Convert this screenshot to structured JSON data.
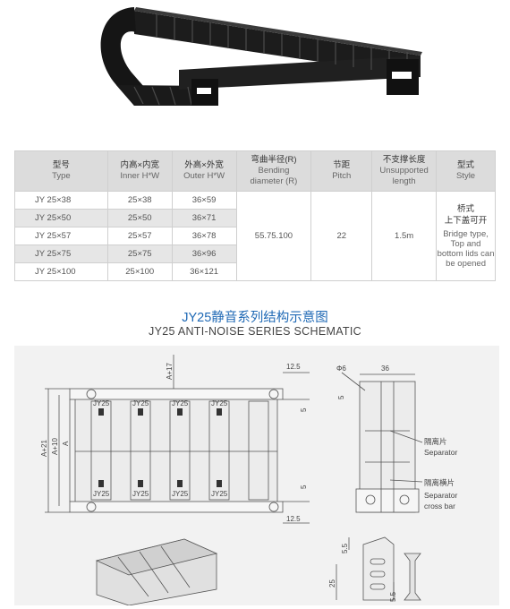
{
  "table": {
    "headers": [
      {
        "zh": "型号",
        "en": "Type"
      },
      {
        "zh": "内高×内宽",
        "en": "Inner H*W"
      },
      {
        "zh": "外高×外宽",
        "en": "Outer H*W"
      },
      {
        "zh": "弯曲半径(R)",
        "en1": "Bending",
        "en2": "diameter (R)"
      },
      {
        "zh": "节距",
        "en": "Pitch"
      },
      {
        "zh": "不支撑长度",
        "en1": "Unsupported",
        "en2": "length"
      },
      {
        "zh": "型式",
        "en": "Style"
      }
    ],
    "rows": [
      {
        "type": "JY  25×38",
        "inner": "25×38",
        "outer": "36×59"
      },
      {
        "type": "JY  25×50",
        "inner": "25×50",
        "outer": "36×71"
      },
      {
        "type": "JY  25×57",
        "inner": "25×57",
        "outer": "36×78"
      },
      {
        "type": "JY  25×75",
        "inner": "25×75",
        "outer": "36×96"
      },
      {
        "type": "JY  25×100",
        "inner": "25×100",
        "outer": "36×121"
      }
    ],
    "bending": "55.75.100",
    "pitch": "22",
    "unsupported": "1.5m",
    "style_zh1": "桥式",
    "style_zh2": "上下盖可开",
    "style_en": "Bridge type, Top and bottom lids can be opened"
  },
  "title_zh": "JY25静音系列结构示意图",
  "title_en": "JY25 ANTI-NOISE SERIES SCHEMATIC",
  "schematic": {
    "dims": {
      "a17": "A+17",
      "r12_top": "12.5",
      "r12_bottom": "12.5",
      "five_top": "5",
      "five_bottom": "5",
      "a21": "A+21",
      "a10": "A+10",
      "a": "A",
      "phi6": "Φ6",
      "w36": "36",
      "five_side": "5",
      "d55a": "5.5",
      "d55b": "5.5",
      "d25": "25"
    },
    "labels": {
      "sep_zh": "隔离片",
      "sep_en": "Separator",
      "crossbar_zh": "隔离横片",
      "crossbar_en1": "Separator",
      "crossbar_en2": "cross bar"
    },
    "stamp": "JY25"
  }
}
